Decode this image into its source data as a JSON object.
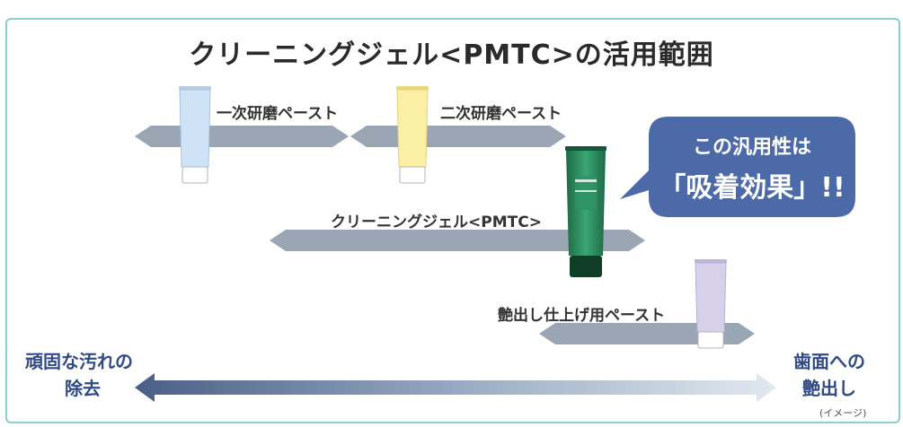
{
  "title": "クリーニングジェル<PMTC>の活用範囲",
  "products": [
    {
      "label": "一次研磨ペースト",
      "color": "#cfe3f7"
    },
    {
      "label": "二次研磨ペースト",
      "color": "#fbefa6"
    },
    {
      "label": "クリーニングジェル<PMTC>",
      "color": "#2f8a5c"
    },
    {
      "label": "艶出し仕上げ用ペースト",
      "color": "#d6d0ea"
    }
  ],
  "bubble": {
    "line1": "この汎用性は",
    "line2": "「吸着効果」!!",
    "color": "#4c6aa8"
  },
  "scale": {
    "left_label": [
      "頑固な汚れの",
      "除去"
    ],
    "right_label": [
      "歯面への",
      "艶出し"
    ],
    "note": "(イメージ)"
  },
  "colors": {
    "arrow": "#9aa6b4",
    "scale_dark": "#4a5f86",
    "frame": "#8ccfcf"
  }
}
